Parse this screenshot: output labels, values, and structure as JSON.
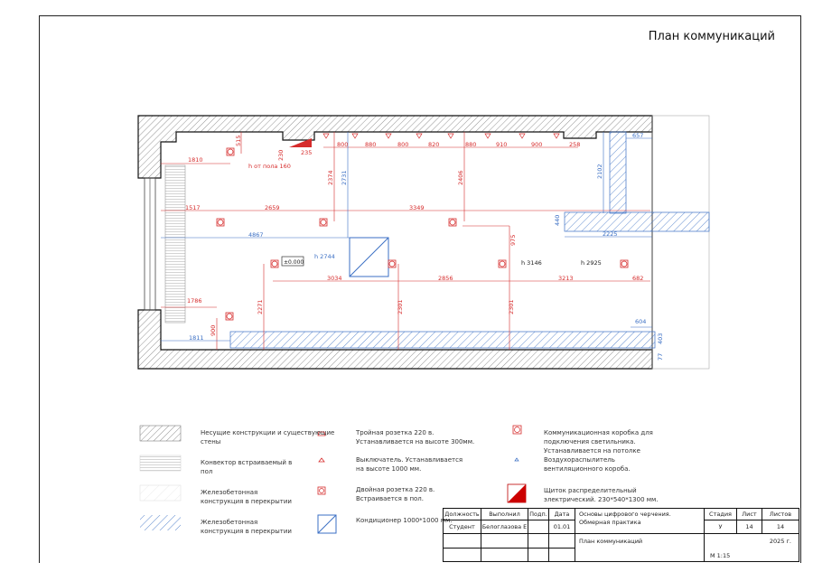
{
  "sheet_title": "План коммуникаций",
  "plan": {
    "top_dims": [
      "800",
      "880",
      "800",
      "820",
      "880",
      "910",
      "900",
      "258"
    ],
    "dims_red": {
      "d515": "515",
      "d230": "230",
      "d235": "235",
      "d1810": "1810",
      "h_floor": "h от пола 160",
      "d2374": "2374",
      "d2406": "2406",
      "d1517": "1517",
      "d2659": "2659",
      "d3349": "3349",
      "d975": "975",
      "d3034": "3034",
      "d2856": "2856",
      "d3213": "3213",
      "d682": "682",
      "d1786": "1786",
      "d2271": "2271",
      "d2301a": "2301",
      "d2301b": "2301",
      "d900": "900"
    },
    "dims_blue": {
      "d2731": "2731",
      "d4867": "4867",
      "h2744": "h 2744",
      "d657": "657",
      "d2102": "2102",
      "d440": "440",
      "d2225": "2225",
      "d604": "604",
      "d403": "403",
      "d77": "77",
      "d1811": "1811"
    },
    "heights": {
      "h3146": "h 3146",
      "h2925": "h 2925"
    },
    "level_mark": "±0.000"
  },
  "legend": [
    {
      "icon": "bearing-wall-hatch",
      "text": "Несущие конструкции и существующие стены"
    },
    {
      "icon": "convector-swatch",
      "text": "Конвектор встраиваемый в пол"
    },
    {
      "icon": "concrete-slab-swatch",
      "text": "Железобетонная конструкция в перекрытии"
    },
    {
      "icon": "concrete-slab-blue-swatch",
      "text": "Железобетонная конструкция в перекрытии"
    },
    {
      "icon": "triple-socket-icon",
      "text": "Тройная розетка 220 в. Устанавливается на высоте 300мм."
    },
    {
      "icon": "switch-icon",
      "text": "Выключатель. Устанавливается на высоте 1000 мм."
    },
    {
      "icon": "double-socket-icon",
      "text": "Двойная розетка 220 в. Встраивается в пол."
    },
    {
      "icon": "air-conditioner-icon",
      "text": "Кондиционер 1000*1000 мм."
    },
    {
      "icon": "junction-box-icon",
      "text": "Коммуникационная коробка для подключения светильника. Устанавливается на потолке"
    },
    {
      "icon": "air-diffuser-icon",
      "text": "Воздухораспылитель вентиляционного короба."
    },
    {
      "icon": "electrical-panel-icon",
      "text": "Щиток распределительный электрический. 230*540*1300 мм."
    }
  ],
  "title_block": {
    "h_position": "Должность",
    "h_performed": "Выполнил",
    "h_sign": "Подп.",
    "h_date": "Дата",
    "position": "Студент",
    "performer": "Белоглазова Е",
    "date": "01.01",
    "course": "Основы цифрового черчения. Обмерная практика",
    "h_stage": "Стадия",
    "h_sheet": "Лист",
    "h_sheets": "Листов",
    "stage": "У",
    "sheet": "14",
    "sheets": "14",
    "drawing": "План коммуникаций",
    "year": "2025 г.",
    "scale": "М 1:15"
  },
  "colors": {
    "red": "#d62b2b",
    "blue": "#3b6fc4",
    "wall": "#111111"
  }
}
